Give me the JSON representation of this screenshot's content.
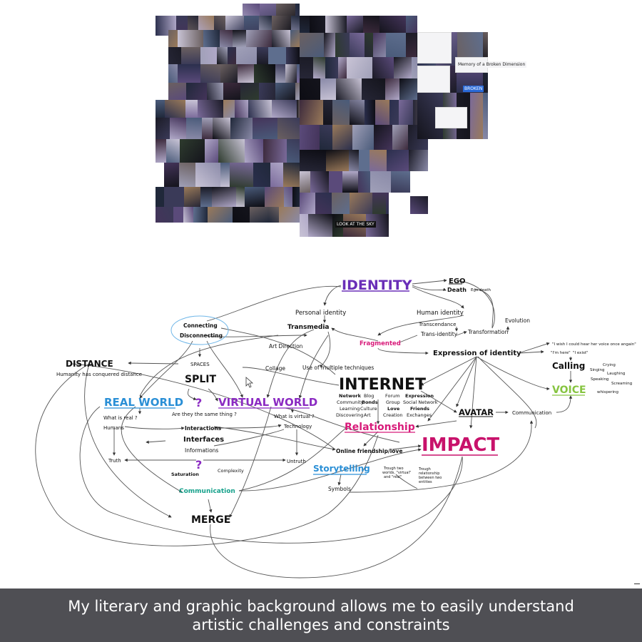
{
  "moodboard": {
    "tile_texts": [
      "BROKEN",
      "LOOK AT THE SKY",
      "Memory of a Broken Dimension"
    ]
  },
  "mindmap": {
    "nodes": {
      "identity": "IDENTITY",
      "ego": "EGO",
      "death": "Death",
      "ego_death": "Ego death",
      "personal_identity": "Personal identity",
      "human_identity": "Human identity",
      "transcendance": "Transcendance",
      "trans_identity": "Trans-identity",
      "transformation": "Transformation",
      "evolution": "Evolution",
      "transmedia": "Transmedia",
      "fragmented": "Fragmented",
      "connecting": "Connecting",
      "disconnecting": "Disconnecting",
      "art_direction": "Art Direction",
      "collage": "Collage",
      "multiple_techniques": "Use of multiple techniques",
      "expression_of_identity": "Expression of identity",
      "quote_voice": "\"I wish I could hear her voice once angain\"",
      "im_here": "\"I'm here\"",
      "i_exist": "\"I exist\"",
      "calling": "Calling",
      "crying": "Crying",
      "singing": "Singing",
      "laughing": "Laughing",
      "speaking": "Speaking",
      "screaming": "Screaming",
      "whispering": "whispering",
      "voice": "VOICE",
      "distance": "DISTANCE",
      "humanity_distance": "Humanity has conquered distance",
      "spaces": "SPACES",
      "split": "SPLIT",
      "internet": "INTERNET",
      "real_world": "REAL WORLD",
      "virtual_world": "VIRTUAL WORLD",
      "question_mark": "?",
      "same_thing": "Are they the same thing ?",
      "what_is_real": "What is real ?",
      "what_is_virtual": "What is virtual ?",
      "humans": "Humans",
      "interactions": "Interactions",
      "interfaces": "Interfaces",
      "informations": "Informations",
      "technology": "Technology",
      "truth": "Truth",
      "untruth": "Untruth",
      "saturation": "Saturation",
      "complexity": "Complexity",
      "communication": "Communication",
      "merge": "MERGE",
      "avatar": "AVATAR",
      "communication_avatar": "Communication",
      "relationship": "Relationship",
      "impact": "IMPACT",
      "online_friendship": "Online friendship/love",
      "storytelling": "Storytelling",
      "symbols": "Symbols",
      "trough_two_worlds_1": "Trough two",
      "trough_two_worlds_2": "worlds, \"virtual\"",
      "trough_two_worlds_3": "and \"real\"",
      "trough_relationship_1": "Trough",
      "trough_relationship_2": "relationship",
      "trough_relationship_3": "between two",
      "trough_relationship_4": "entities"
    },
    "internet_words": {
      "network": "Network",
      "blog": "Blog",
      "forum": "Forum",
      "expression": "Expression",
      "community": "Community",
      "bonds": "Bonds",
      "group": "Group",
      "social_network": "Social Network",
      "learning": "Learning",
      "culture": "Culture",
      "love": "Love",
      "friends": "Friends",
      "discovering": "Discovering",
      "art": "Art",
      "creation": "Creation",
      "exchanges": "Exchanges"
    }
  },
  "caption": "My literary and graphic background allows me to easily understand\nartistic challenges and constraints",
  "colors": {
    "identity": "#6a2fb8",
    "fragmented": "#d81b7a",
    "blue": "#2a8fd6",
    "virtual": "#8b2bc2",
    "green": "#86c440",
    "communication": "#16a18b",
    "impact": "#c8126b",
    "caption_bar": "#4f4f54"
  }
}
